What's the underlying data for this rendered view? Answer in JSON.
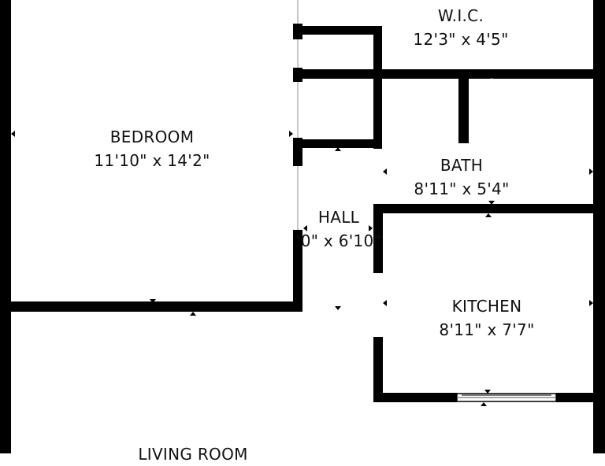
{
  "colors": {
    "wall": "#000000",
    "background": "#ffffff",
    "text": "#111111",
    "window": "#8a8a8a"
  },
  "rooms": [
    {
      "id": "wic",
      "name": "W.I.C.",
      "dims": "12'3\" x 4'5\""
    },
    {
      "id": "bedroom",
      "name": "BEDROOM",
      "dims": "11'10\" x 14'2\""
    },
    {
      "id": "bath",
      "name": "BATH",
      "dims": "8'11\" x 5'4\""
    },
    {
      "id": "hall",
      "name": "HALL",
      "dims": "'0\" x 6'10\""
    },
    {
      "id": "kitchen",
      "name": "KITCHEN",
      "dims": "8'11\" x 7'7\""
    },
    {
      "id": "living",
      "name": "LIVING ROOM",
      "dims": ""
    }
  ]
}
